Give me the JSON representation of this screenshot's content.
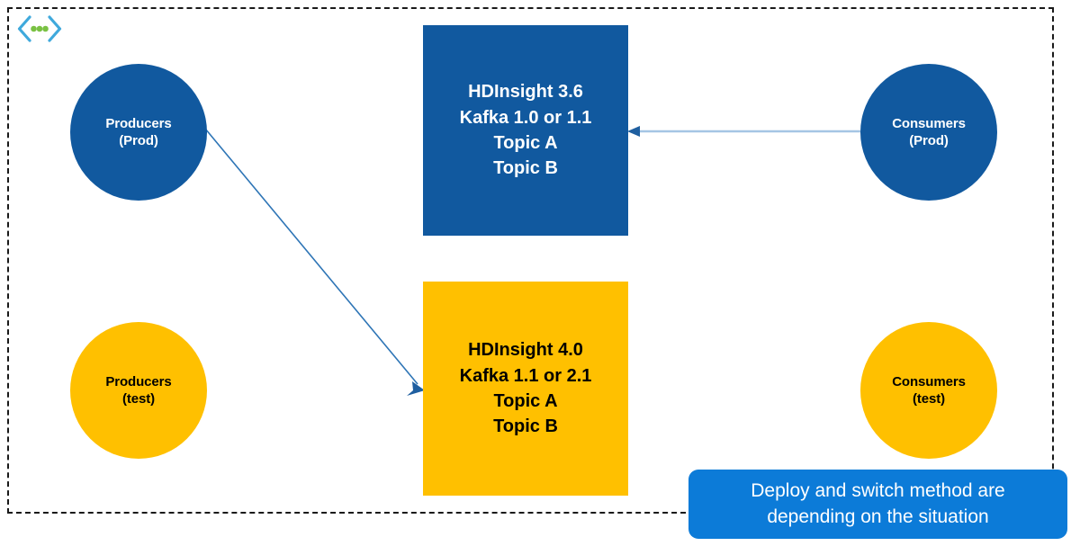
{
  "diagram": {
    "title": "HDInsight Kafka version migration diagram",
    "boundary": {
      "style": "dashed",
      "color": "#1a1a1a"
    },
    "colors": {
      "prod_blue": "#11599F",
      "test_yellow": "#FFC000",
      "callout_blue": "#0C7BD8",
      "arrow_light": "#A5C6E4",
      "arrow_dark": "#1F5FA0",
      "logo_blue": "#3FA9DC",
      "logo_green": "#7AC143"
    },
    "logo": {
      "icon": "code-brackets-dots-icon",
      "dots": 3
    },
    "nodes": {
      "producers_prod": {
        "line1": "Producers",
        "line2": "(Prod)"
      },
      "producers_test": {
        "line1": "Producers",
        "line2": "(test)"
      },
      "consumers_prod": {
        "line1": "Consumers",
        "line2": "(Prod)"
      },
      "consumers_test": {
        "line1": "Consumers",
        "line2": "(test)"
      }
    },
    "clusters": {
      "prod": {
        "line1": "HDInsight 3.6",
        "line2": "Kafka 1.0 or 1.1",
        "line3": "Topic A",
        "line4": "Topic B"
      },
      "test": {
        "line1": "HDInsight 4.0",
        "line2": "Kafka 1.1 or 2.1",
        "line3": "Topic A",
        "line4": "Topic B"
      }
    },
    "callout": {
      "line1": "Deploy and switch method are",
      "line2": "depending on the situation"
    },
    "arrows": [
      {
        "name": "producers-prod-to-test-cluster",
        "from": "Producers (Prod)",
        "to": "HDInsight 4.0 cluster",
        "direction": "diagonal-down-right",
        "head": "end"
      },
      {
        "name": "consumers-prod-to-prod-cluster",
        "from": "Consumers (Prod)",
        "to": "HDInsight 3.6 cluster",
        "direction": "horizontal-left",
        "head": "end"
      }
    ]
  }
}
